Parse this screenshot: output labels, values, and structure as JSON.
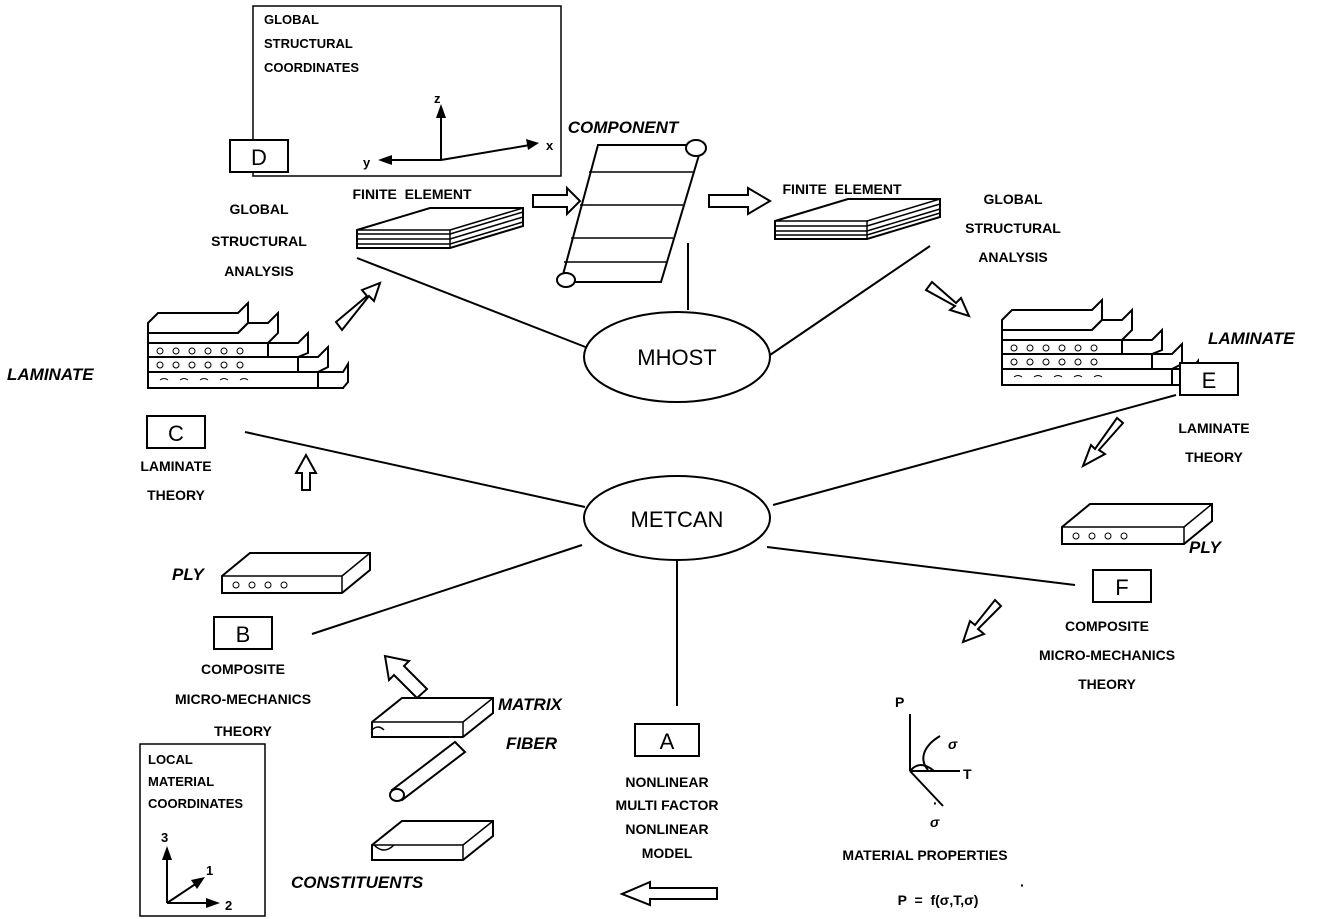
{
  "hubs": {
    "mhost": "MHOST",
    "metcan": "METCAN"
  },
  "global_box": {
    "lines": [
      "GLOBAL",
      "STRUCTURAL",
      "COORDINATES"
    ],
    "axis_z": "z",
    "axis_x": "x",
    "axis_y": "y"
  },
  "local_box": {
    "lines": [
      "LOCAL",
      "MATERIAL",
      "COORDINATES"
    ],
    "axis_3": "3",
    "axis_1": "1",
    "axis_2": "2"
  },
  "steps": {
    "A": {
      "letter": "A",
      "lines": [
        "NONLINEAR",
        "MULTI FACTOR",
        "NONLINEAR",
        "MODEL"
      ]
    },
    "B": {
      "letter": "B",
      "lines": [
        "COMPOSITE",
        "MICRO-MECHANICS",
        "THEORY"
      ]
    },
    "C": {
      "letter": "C",
      "lines": [
        "LAMINATE",
        "THEORY"
      ]
    },
    "D": {
      "letter": "D",
      "lines": [
        "GLOBAL",
        "STRUCTURAL",
        "ANALYSIS"
      ]
    },
    "E": {
      "letter": "E",
      "lines": [
        "LAMINATE",
        "THEORY"
      ]
    },
    "F": {
      "letter": "F",
      "lines": [
        "COMPOSITE",
        "MICRO-MECHANICS",
        "THEORY"
      ]
    }
  },
  "right_analysis": {
    "lines": [
      "GLOBAL",
      "STRUCTURAL",
      "ANALYSIS"
    ]
  },
  "italic_labels": {
    "component": "COMPONENT",
    "laminate_left": "LAMINATE",
    "laminate_right": "LAMINATE",
    "ply_left": "PLY",
    "ply_right": "PLY",
    "matrix": "MATRIX",
    "fiber": "FIBER",
    "constituents": "CONSTITUENTS"
  },
  "finite_element_left": "FINITE  ELEMENT",
  "finite_element_right": "FINITE  ELEMENT",
  "material": {
    "title": "MATERIAL PROPERTIES",
    "formula": "P  =  f(σ,T,σ)",
    "axis_p": "P",
    "axis_t": "T",
    "sigma": "σ",
    "sigma_dot": "σ"
  }
}
